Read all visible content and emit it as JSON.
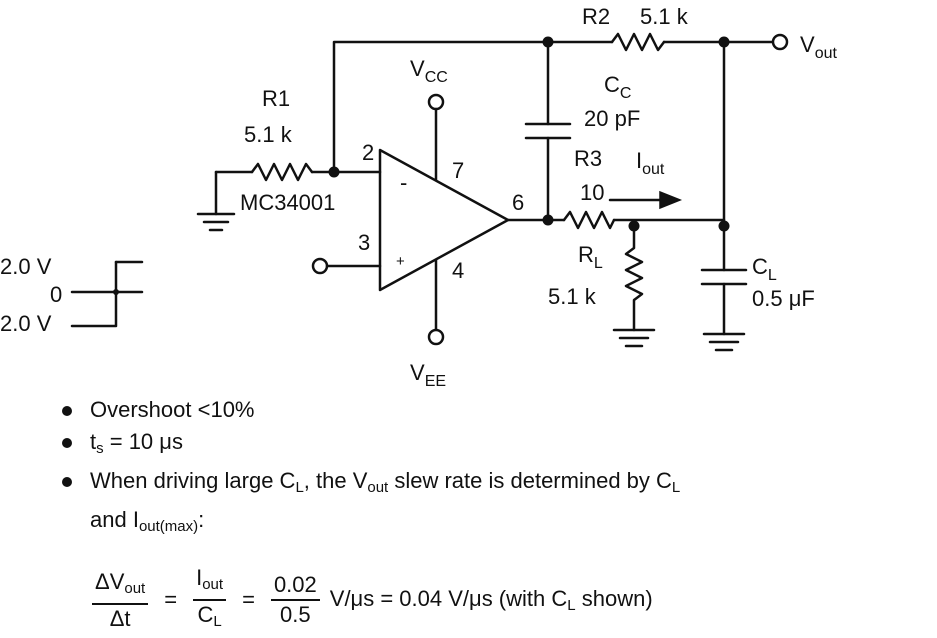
{
  "schematic": {
    "ic_label": "MC34001",
    "vcc": {
      "main": "V",
      "sub": "CC"
    },
    "vee": {
      "main": "V",
      "sub": "EE"
    },
    "vout": {
      "main": "V",
      "sub": "out"
    },
    "pin_inv": "2",
    "pin_noninv": "3",
    "pin_vcc": "7",
    "pin_vee": "4",
    "pin_out": "6",
    "minus_sign": "-",
    "plus_sign": "+",
    "r1": {
      "name": "R1",
      "value": "5.1 k"
    },
    "r2": {
      "name": "R2",
      "value": "5.1 k"
    },
    "r3": {
      "name": "R3",
      "value": "10"
    },
    "cc": {
      "name_main": "C",
      "name_sub": "C",
      "value": "20 pF"
    },
    "rl": {
      "name_main": "R",
      "name_sub": "L",
      "value": "5.1 k"
    },
    "cl": {
      "name_main": "C",
      "name_sub": "L",
      "value": "0.5 μF"
    },
    "iout": {
      "main": "I",
      "sub": "out"
    },
    "input_signal": {
      "high": "2.0 V",
      "zero": "0",
      "low": "2.0 V"
    }
  },
  "notes": {
    "overshoot": "Overshoot <10%",
    "ts_main": "t",
    "ts_sub": "s",
    "ts_rest": " = 10 μs",
    "driving_1": "When driving large C",
    "driving_sub_cl": "L",
    "driving_2": ", the V",
    "driving_sub_out": "out",
    "driving_3": " slew rate is determined by C",
    "driving_sub_cl2": "L",
    "driving_line2_1": "and I",
    "driving_line2_sub": "out(max)",
    "driving_line2_2": ":"
  },
  "equation": {
    "f1_num_main": "ΔV",
    "f1_num_sub": "out",
    "f1_den": "Δt",
    "eq1": "=",
    "f2_num_main": "I",
    "f2_num_sub": "out",
    "f2_den_main": "C",
    "f2_den_sub": "L",
    "eq2": "=",
    "f3_num": "0.02",
    "f3_den": "0.5",
    "tail_1": "V/μs = 0.04 V/μs (with C",
    "tail_sub": "L",
    "tail_2": " shown)"
  }
}
